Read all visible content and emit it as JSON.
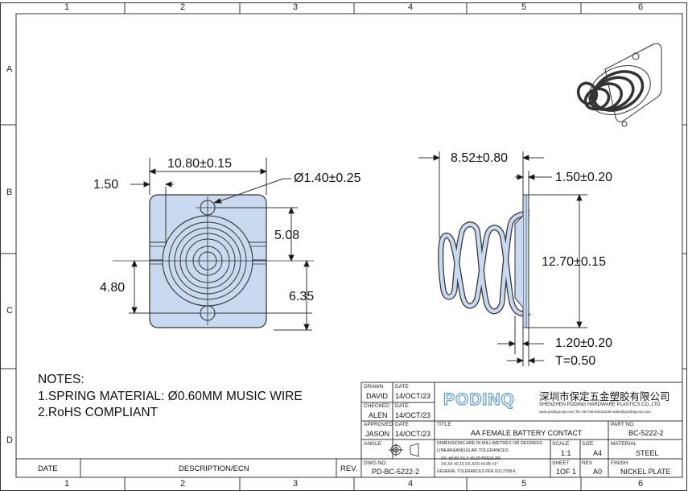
{
  "frame": {
    "columns": [
      "1",
      "2",
      "3",
      "4",
      "5",
      "6"
    ],
    "rows": [
      "A",
      "B",
      "C",
      "D"
    ]
  },
  "dimensions": {
    "front_width": "10.80±0.15",
    "front_edge": "1.50",
    "hole_dia": "Ø1.40±0.25",
    "upper_offset": "5.08",
    "lower_offset": "6.35",
    "left_offset": "4.80",
    "spring_length": "8.52±0.80",
    "plate_top": "1.50±0.20",
    "plate_height": "12.70±0.15",
    "plate_bottom": "1.20±0.20",
    "thickness": "T=0.50"
  },
  "notes": {
    "heading": "NOTES:",
    "line1": "1.SPRING MATERIAL: Ø0.60MM MUSIC WIRE",
    "line2": "2.RoHS COMPLIANT"
  },
  "revision_block": {
    "date": "DATE",
    "description": "DESCRIPTION/ECN",
    "rev": "REV."
  },
  "title_block": {
    "drawn_label": "DRAWN",
    "drawn_by": "DAVID",
    "drawn_date_label": "DATE",
    "drawn_date": "14/OCT/23",
    "checked_label": "CHECKED",
    "checked_by": "ALEN",
    "checked_date_label": "DATE",
    "checked_date": "14/OCT/23",
    "approved_label": "APPROVED",
    "approved_by": "JASON",
    "approved_date_label": "DATE",
    "approved_date": "14/OCT/23",
    "angle_label": "ANGLE",
    "dwg_label": "DWG.NO.",
    "dwg_no": "PD-BC-5222-2",
    "logo": "PODINQ",
    "company_cn": "深圳市保定五金塑胶有限公司",
    "company_en": "SHENZHEN PODING HARDWARE PLASTICS CO.,LTD.",
    "contact": "www.podingcorp.com   Tel. 86-755-84615449   sales@podingcorp.com",
    "title_label": "TITLE",
    "title": "AA FEMALE BATTERY CONTACT",
    "part_label": "PART NO.",
    "part_no": "BC-5222-2",
    "tol_line1": "DIMENSIONS ARE IN MILLIMETRES OR DEGREES.",
    "tol_line2": "LINEAR&ANGULAR TOLERANCES",
    "tol_h1": "XX.   ±0.50   XX.X   ±0.20      ANGULAR",
    "tol_h2": "XX.XX  ±0.10   XX.XXX  ±0.05        ±1°",
    "tol_line3": "GENERAL TOLERANCES PER ISO 2768-K",
    "scale_label": "SCALE",
    "scale": "1:1",
    "size_label": "SIZE",
    "size": "A4",
    "material_label": "MATERIAL",
    "material": "STEEL",
    "sheet_label": "SHEET",
    "sheet": "1OF 1",
    "rev_label": "REV",
    "rev": "A0",
    "finish_label": "FINISH",
    "finish": "NICKEL PLATE"
  },
  "colors": {
    "plate_fill": "#c9daf0",
    "line": "#1a1a1a",
    "logo": "#5b9bd5"
  }
}
